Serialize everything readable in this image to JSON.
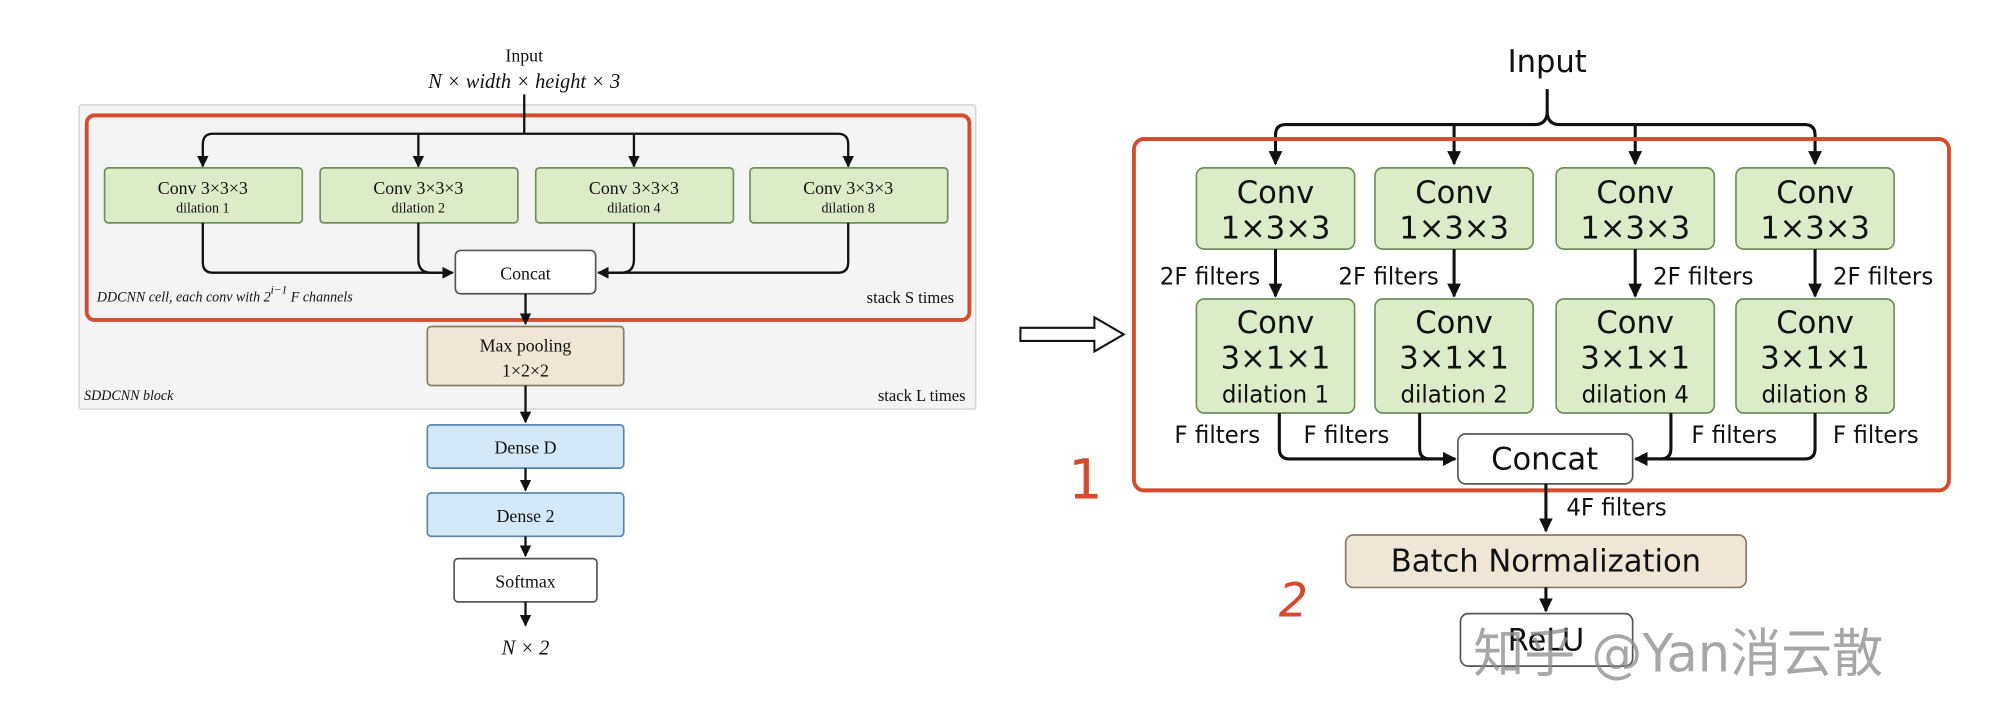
{
  "left": {
    "input_label": "Input",
    "input_shape": "N × width × height × 3",
    "branches": [
      {
        "conv": "Conv 3×3×3",
        "dilation": "dilation 1"
      },
      {
        "conv": "Conv 3×3×3",
        "dilation": "dilation 2"
      },
      {
        "conv": "Conv 3×3×3",
        "dilation": "dilation 4"
      },
      {
        "conv": "Conv 3×3×3",
        "dilation": "dilation 8"
      }
    ],
    "concat": "Concat",
    "cell_label": {
      "prefix": "DDCNN cell, each conv with 2",
      "exponent": "i−1",
      "suffix": " F channels"
    },
    "cell_repeat": "stack S times",
    "max_pool": {
      "line1": "Max pooling",
      "line2": "1×2×2"
    },
    "block_label": "SDDCNN block",
    "block_repeat": "stack L times",
    "dense_d": "Dense D",
    "dense_2": "Dense 2",
    "softmax": "Softmax",
    "output_shape": "N × 2"
  },
  "transition_icon": "hollow-right-arrow-icon",
  "right": {
    "input_label": "Input",
    "branches": [
      {
        "conv1_title": "Conv",
        "conv1_kernel": "1×3×3",
        "mid_filters": "2F filters",
        "conv2_title": "Conv",
        "conv2_kernel": "3×1×1",
        "dilation": "dilation 1",
        "out_filters": "F filters"
      },
      {
        "conv1_title": "Conv",
        "conv1_kernel": "1×3×3",
        "mid_filters": "2F filters",
        "conv2_title": "Conv",
        "conv2_kernel": "3×1×1",
        "dilation": "dilation 2",
        "out_filters": "F filters"
      },
      {
        "conv1_title": "Conv",
        "conv1_kernel": "1×3×3",
        "mid_filters": "2F filters",
        "conv2_title": "Conv",
        "conv2_kernel": "3×1×1",
        "dilation": "dilation 4",
        "out_filters": "F filters"
      },
      {
        "conv1_title": "Conv",
        "conv1_kernel": "1×3×3",
        "mid_filters": "2F filters",
        "conv2_title": "Conv",
        "conv2_kernel": "3×1×1",
        "dilation": "dilation 8",
        "out_filters": "F filters"
      }
    ],
    "concat": "Concat",
    "concat_filters": "4F filters",
    "batch_norm": "Batch Normalization",
    "relu": "ReLU"
  },
  "annotations": {
    "mark_1": "1",
    "mark_2": "2"
  },
  "watermark": "知乎 @Yan消云散",
  "colors": {
    "highlight_red": "#d64a2e",
    "conv_green": "#dcebc8",
    "pool_beige": "#f0e6d5",
    "dense_blue": "#d5e8f8",
    "block_gray": "#f4f4f4"
  }
}
